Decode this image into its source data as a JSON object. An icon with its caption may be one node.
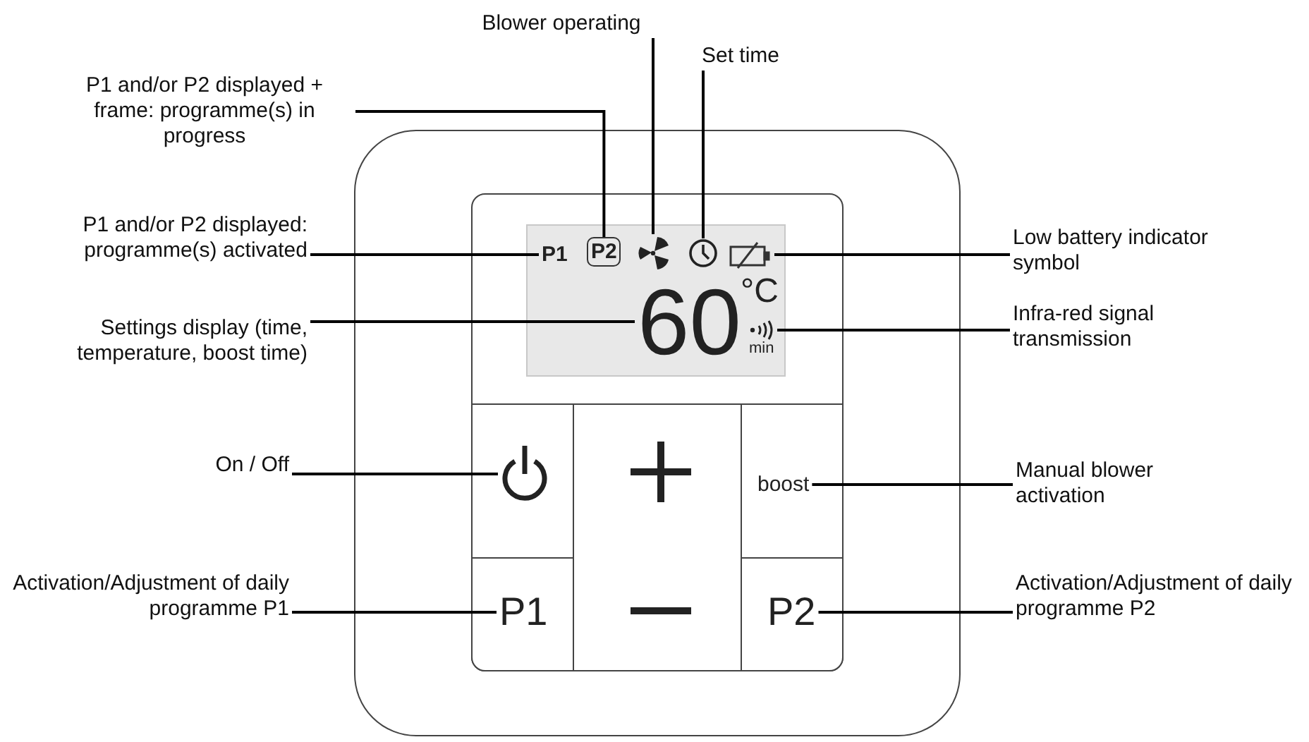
{
  "diagram": {
    "nodes": [
      {
        "text": [
          "Blower operating"
        ]
      },
      {
        "text": [
          "Set time"
        ]
      },
      {
        "text": [
          "P1 and/or P2 displayed + frame: programme(s) in progress"
        ]
      },
      {
        "text": [
          "P1 and/or P2 displayed: programme(s) activated"
        ]
      },
      {
        "text": [
          "P1"
        ]
      },
      {
        "text": [
          "P2"
        ]
      },
      {
        "text": [],
        "shape": "fan"
      },
      {
        "text": [],
        "shape": "clock"
      },
      {
        "text": [],
        "shape": "battery"
      },
      {
        "text": [
          "Low battery indicator symbol"
        ]
      },
      {
        "text": [
          "60"
        ]
      },
      {
        "text": [
          "Settings display (time, temperature, boost time)"
        ]
      },
      {
        "text": [],
        "shape": "signal"
      },
      {
        "text": [
          "Infra-red signal transmission"
        ]
      },
      {
        "text": [
          "On / Off"
        ]
      },
      {
        "text": [],
        "shape": "power"
      },
      {
        "text": [
          "boost"
        ]
      },
      {
        "text": [
          "Manual blower activation"
        ]
      },
      {
        "text": [
          "Activation/Adjustment of daily programme P1"
        ]
      },
      {
        "text": [
          "P1"
        ]
      },
      {
        "text": [
          "P2"
        ]
      },
      {
        "text": [
          "Activation/Adjustment of daily programme P2"
        ]
      }
    ],
    "edges": [
      {
        "from": 0,
        "to": 6,
        "arrow": "none"
      },
      {
        "from": 1,
        "to": 7,
        "arrow": "none"
      },
      {
        "from": 2,
        "to": 5,
        "arrow": "none"
      },
      {
        "from": 3,
        "to": 4,
        "arrow": "none"
      },
      {
        "from": 9,
        "to": 8,
        "arrow": "none"
      },
      {
        "from": 11,
        "to": 10,
        "arrow": "none"
      },
      {
        "from": 13,
        "to": 12,
        "arrow": "none"
      },
      {
        "from": 14,
        "to": 15,
        "arrow": "none"
      },
      {
        "from": 17,
        "to": 16,
        "arrow": "none"
      },
      {
        "from": 18,
        "to": 19,
        "arrow": "none"
      },
      {
        "from": 21,
        "to": 20,
        "arrow": "none"
      }
    ],
    "labels": [
      "°C",
      "min"
    ]
  }
}
